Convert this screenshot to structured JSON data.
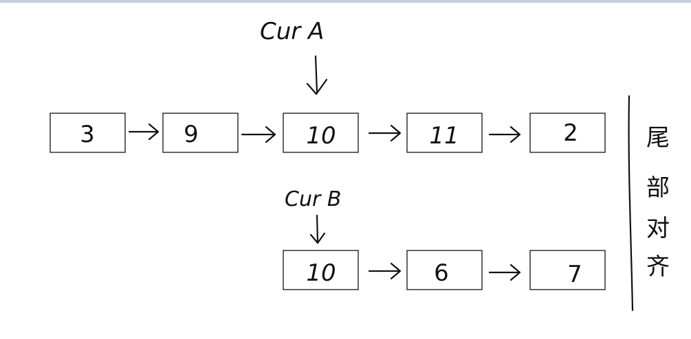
{
  "diagram": {
    "list_a": {
      "pointer_label": "Cur A",
      "nodes": [
        "3",
        "9",
        "10",
        "11",
        "2"
      ]
    },
    "list_b": {
      "pointer_label": "Cur B",
      "nodes": [
        "10",
        "6",
        "7"
      ]
    },
    "side_note": [
      "尾",
      "部",
      "对",
      "齐"
    ],
    "colors": {
      "ink": "#111111",
      "top_border": "#c7ccd6",
      "background": "#ffffff"
    }
  }
}
